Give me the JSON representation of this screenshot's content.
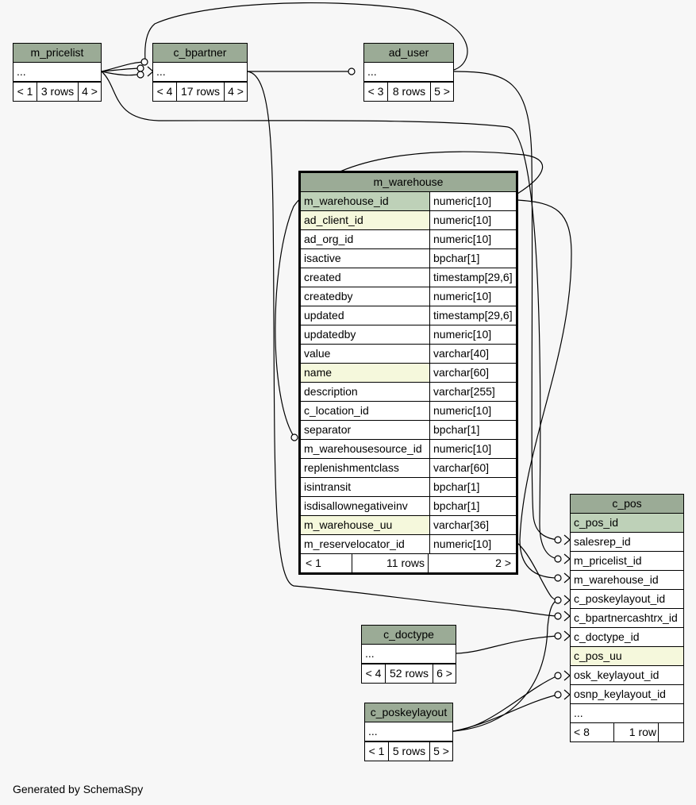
{
  "footer_credit": "Generated by SchemaSpy",
  "summary_tables": {
    "m_pricelist": {
      "name": "m_pricelist",
      "ellipsis": "...",
      "prev": "< 1",
      "rows": "3 rows",
      "next": "4 >"
    },
    "c_bpartner": {
      "name": "c_bpartner",
      "ellipsis": "...",
      "prev": "< 4",
      "rows": "17 rows",
      "next": "4 >"
    },
    "ad_user": {
      "name": "ad_user",
      "ellipsis": "...",
      "prev": "< 3",
      "rows": "8 rows",
      "next": "5 >"
    },
    "c_doctype": {
      "name": "c_doctype",
      "ellipsis": "...",
      "prev": "< 4",
      "rows": "52 rows",
      "next": "6 >"
    },
    "c_poskeylayout": {
      "name": "c_poskeylayout",
      "ellipsis": "...",
      "prev": "< 1",
      "rows": "5 rows",
      "next": "5 >"
    }
  },
  "m_warehouse": {
    "name": "m_warehouse",
    "columns": [
      {
        "name": "m_warehouse_id",
        "type": "numeric[10]"
      },
      {
        "name": "ad_client_id",
        "type": "numeric[10]"
      },
      {
        "name": "ad_org_id",
        "type": "numeric[10]"
      },
      {
        "name": "isactive",
        "type": "bpchar[1]"
      },
      {
        "name": "created",
        "type": "timestamp[29,6]"
      },
      {
        "name": "createdby",
        "type": "numeric[10]"
      },
      {
        "name": "updated",
        "type": "timestamp[29,6]"
      },
      {
        "name": "updatedby",
        "type": "numeric[10]"
      },
      {
        "name": "value",
        "type": "varchar[40]"
      },
      {
        "name": "name",
        "type": "varchar[60]"
      },
      {
        "name": "description",
        "type": "varchar[255]"
      },
      {
        "name": "c_location_id",
        "type": "numeric[10]"
      },
      {
        "name": "separator",
        "type": "bpchar[1]"
      },
      {
        "name": "m_warehousesource_id",
        "type": "numeric[10]"
      },
      {
        "name": "replenishmentclass",
        "type": "varchar[60]"
      },
      {
        "name": "isintransit",
        "type": "bpchar[1]"
      },
      {
        "name": "isdisallownegativeinv",
        "type": "bpchar[1]"
      },
      {
        "name": "m_warehouse_uu",
        "type": "varchar[36]"
      },
      {
        "name": "m_reservelocator_id",
        "type": "numeric[10]"
      }
    ],
    "prev": "< 1",
    "rows": "11 rows",
    "next": "2 >"
  },
  "c_pos": {
    "name": "c_pos",
    "columns": [
      "c_pos_id",
      "salesrep_id",
      "m_pricelist_id",
      "m_warehouse_id",
      "c_poskeylayout_id",
      "c_bpartnercashtrx_id",
      "c_doctype_id",
      "c_pos_uu",
      "osk_keylayout_id",
      "osnp_keylayout_id",
      "..."
    ],
    "prev": "< 8",
    "rows": "1 row",
    "next": ""
  },
  "colors": {
    "header": "#9bab96",
    "primary_key": "#bed1b8",
    "indexed": "#f5f8dc",
    "background": "#f7f7f7"
  }
}
